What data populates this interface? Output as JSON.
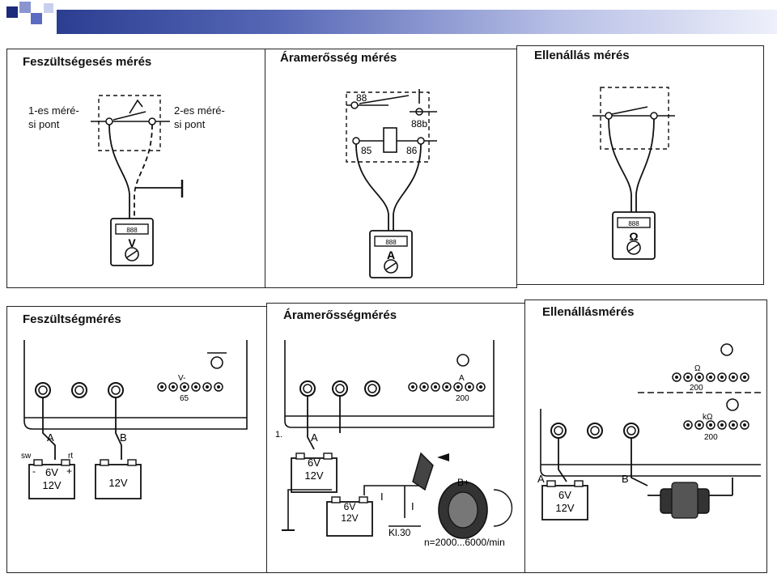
{
  "top_panels": [
    {
      "title": "Feszültségesés mérés",
      "left_label": "1-es méré-\nsi pont",
      "right_label": "2-es méré-\nsi pont",
      "meter_symbol": "V"
    },
    {
      "title": "Áramerősség mérés",
      "terminals": [
        "88",
        "88b",
        "85",
        "86"
      ],
      "meter_symbol": "A"
    },
    {
      "title": "Ellenállás mérés",
      "meter_symbol": "Ω"
    }
  ],
  "bottom_panels": [
    {
      "title": "Feszültségmérés",
      "scale_label": "V-",
      "scale_value": "65",
      "lead_a": "A",
      "lead_b": "B",
      "battery_sw": "sw",
      "battery_rt": "rt",
      "battery_minus": "-",
      "battery_plus": "+",
      "battery_v1": "6V",
      "battery_v2": "12V"
    },
    {
      "title": "Áramerősségmérés",
      "scale_label": "A",
      "scale_value": "200",
      "step": "1.",
      "lead_a": "A",
      "current_label": "I",
      "terminal_b": "B+",
      "kl_label": "Kl.30",
      "rpm_label": "n=2000...6000/min"
    },
    {
      "title": "Ellenállásmérés",
      "scale1_label": "Ω",
      "scale1_value": "200",
      "scale2_label": "kΩ",
      "scale2_value": "200",
      "lead_a": "A",
      "lead_b": "B"
    }
  ]
}
